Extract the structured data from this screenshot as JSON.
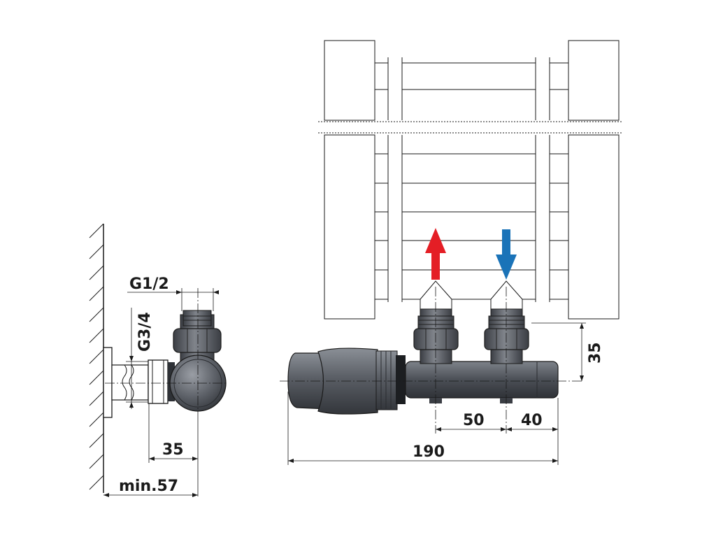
{
  "dimensions": {
    "thread_outlet": "G1/2",
    "thread_inlet": "G3/4",
    "wall_to_axis": "35",
    "min_wall_distance": "min.57",
    "pipe_spacing": "50",
    "end_offset": "40",
    "total_length": "190",
    "height": "35"
  },
  "arrows": {
    "supply_color": "#e41e25",
    "return_color": "#1a73b8"
  },
  "colors": {
    "body_dark": "#4a4e55",
    "body_mid": "#6d7178",
    "line": "#1a1a1a"
  }
}
